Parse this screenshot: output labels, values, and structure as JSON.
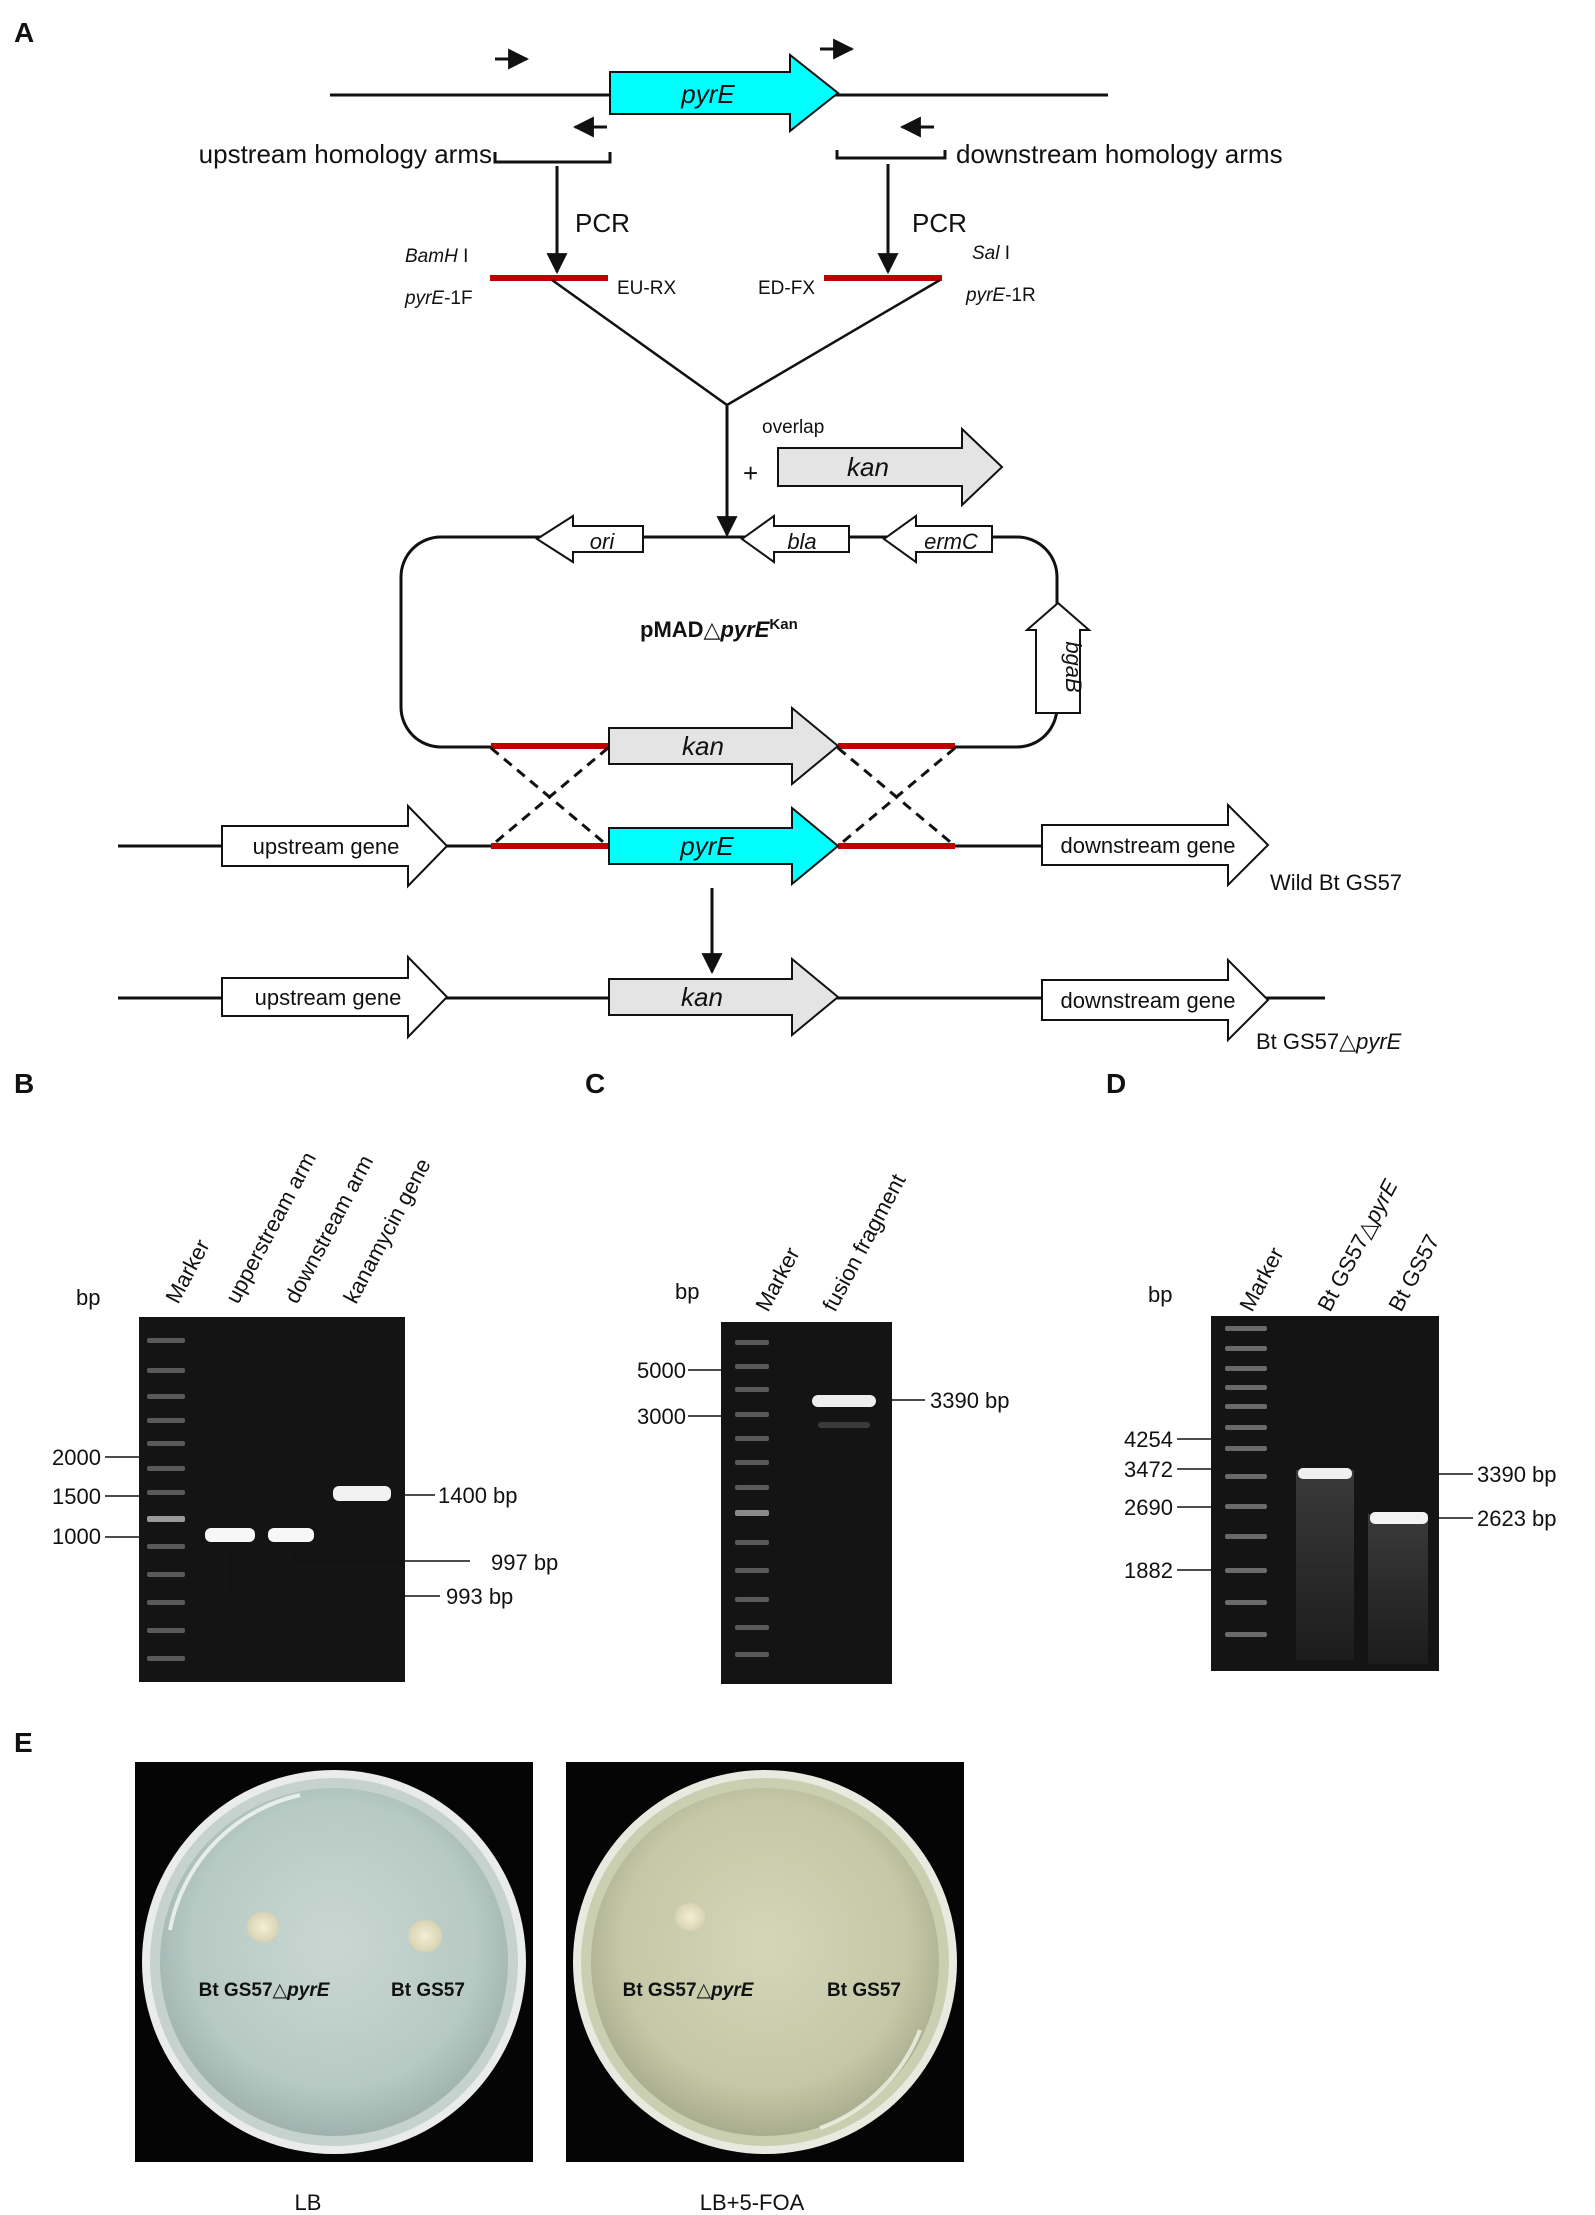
{
  "panels": {
    "a": "A",
    "b": "B",
    "c": "C",
    "d": "D",
    "e": "E"
  },
  "panel_a": {
    "pyrE": "pyrE",
    "upstream_arms": "upstream homology arms",
    "downstream_arms": "downstream homology arms",
    "pcr_left": "PCR",
    "pcr_right": "PCR",
    "bamhi": "BamH",
    "bamhi_roman": " I",
    "pyre_1f": "pyrE",
    "pyre_1f_suffix": "-1F",
    "eu_rx": "EU-RX",
    "ed_fx": "ED-FX",
    "sali": "Sal",
    "sali_roman": " I",
    "pyre_1r": "pyrE",
    "pyre_1r_suffix": "-1R",
    "overlap": "overlap",
    "plus": "+",
    "kan": "kan",
    "ori": "ori",
    "bla": "bla",
    "ermC": "ermC",
    "bgaB": "bgaB",
    "plasmid_prefix": "pMAD△",
    "plasmid_gene": "pyrE",
    "plasmid_sup": "Kan",
    "upstream_gene": "upstream gene",
    "downstream_gene": "downstream gene",
    "wild": "Wild Bt GS57",
    "mutant_prefix": "Bt GS57△",
    "mutant_gene": "pyrE"
  },
  "panel_b": {
    "bp": "bp",
    "lanes": [
      "Marker",
      "upperstream arm",
      "downstream arm",
      "kanamycin gene"
    ],
    "ladder": [
      "2000",
      "1500",
      "1000"
    ],
    "bands": [
      "1400 bp",
      "997 bp",
      "993 bp"
    ]
  },
  "panel_c": {
    "bp": "bp",
    "lanes": [
      "Marker",
      "fusion fragment"
    ],
    "ladder": [
      "5000",
      "3000"
    ],
    "bands": [
      "3390 bp"
    ]
  },
  "panel_d": {
    "bp": "bp",
    "lanes": [
      "Marker",
      "Bt GS57△",
      "pyrE",
      "Bt GS57"
    ],
    "ladder": [
      "4254",
      "3472",
      "2690",
      "1882"
    ],
    "bands": [
      "3390 bp",
      "2623 bp"
    ]
  },
  "panel_e": {
    "plate1": {
      "mutant_prefix": "Bt GS57△",
      "mutant_gene": "pyrE",
      "wt": "Bt GS57",
      "caption": "LB"
    },
    "plate2": {
      "mutant_prefix": "Bt GS57△",
      "mutant_gene": "pyrE",
      "wt": "Bt GS57",
      "caption": "LB+5-FOA"
    }
  },
  "colors": {
    "cyan": "#00ffff",
    "grey_gene": "#e4e4e4",
    "red_arm": "#c00000",
    "gel": "#141414"
  }
}
